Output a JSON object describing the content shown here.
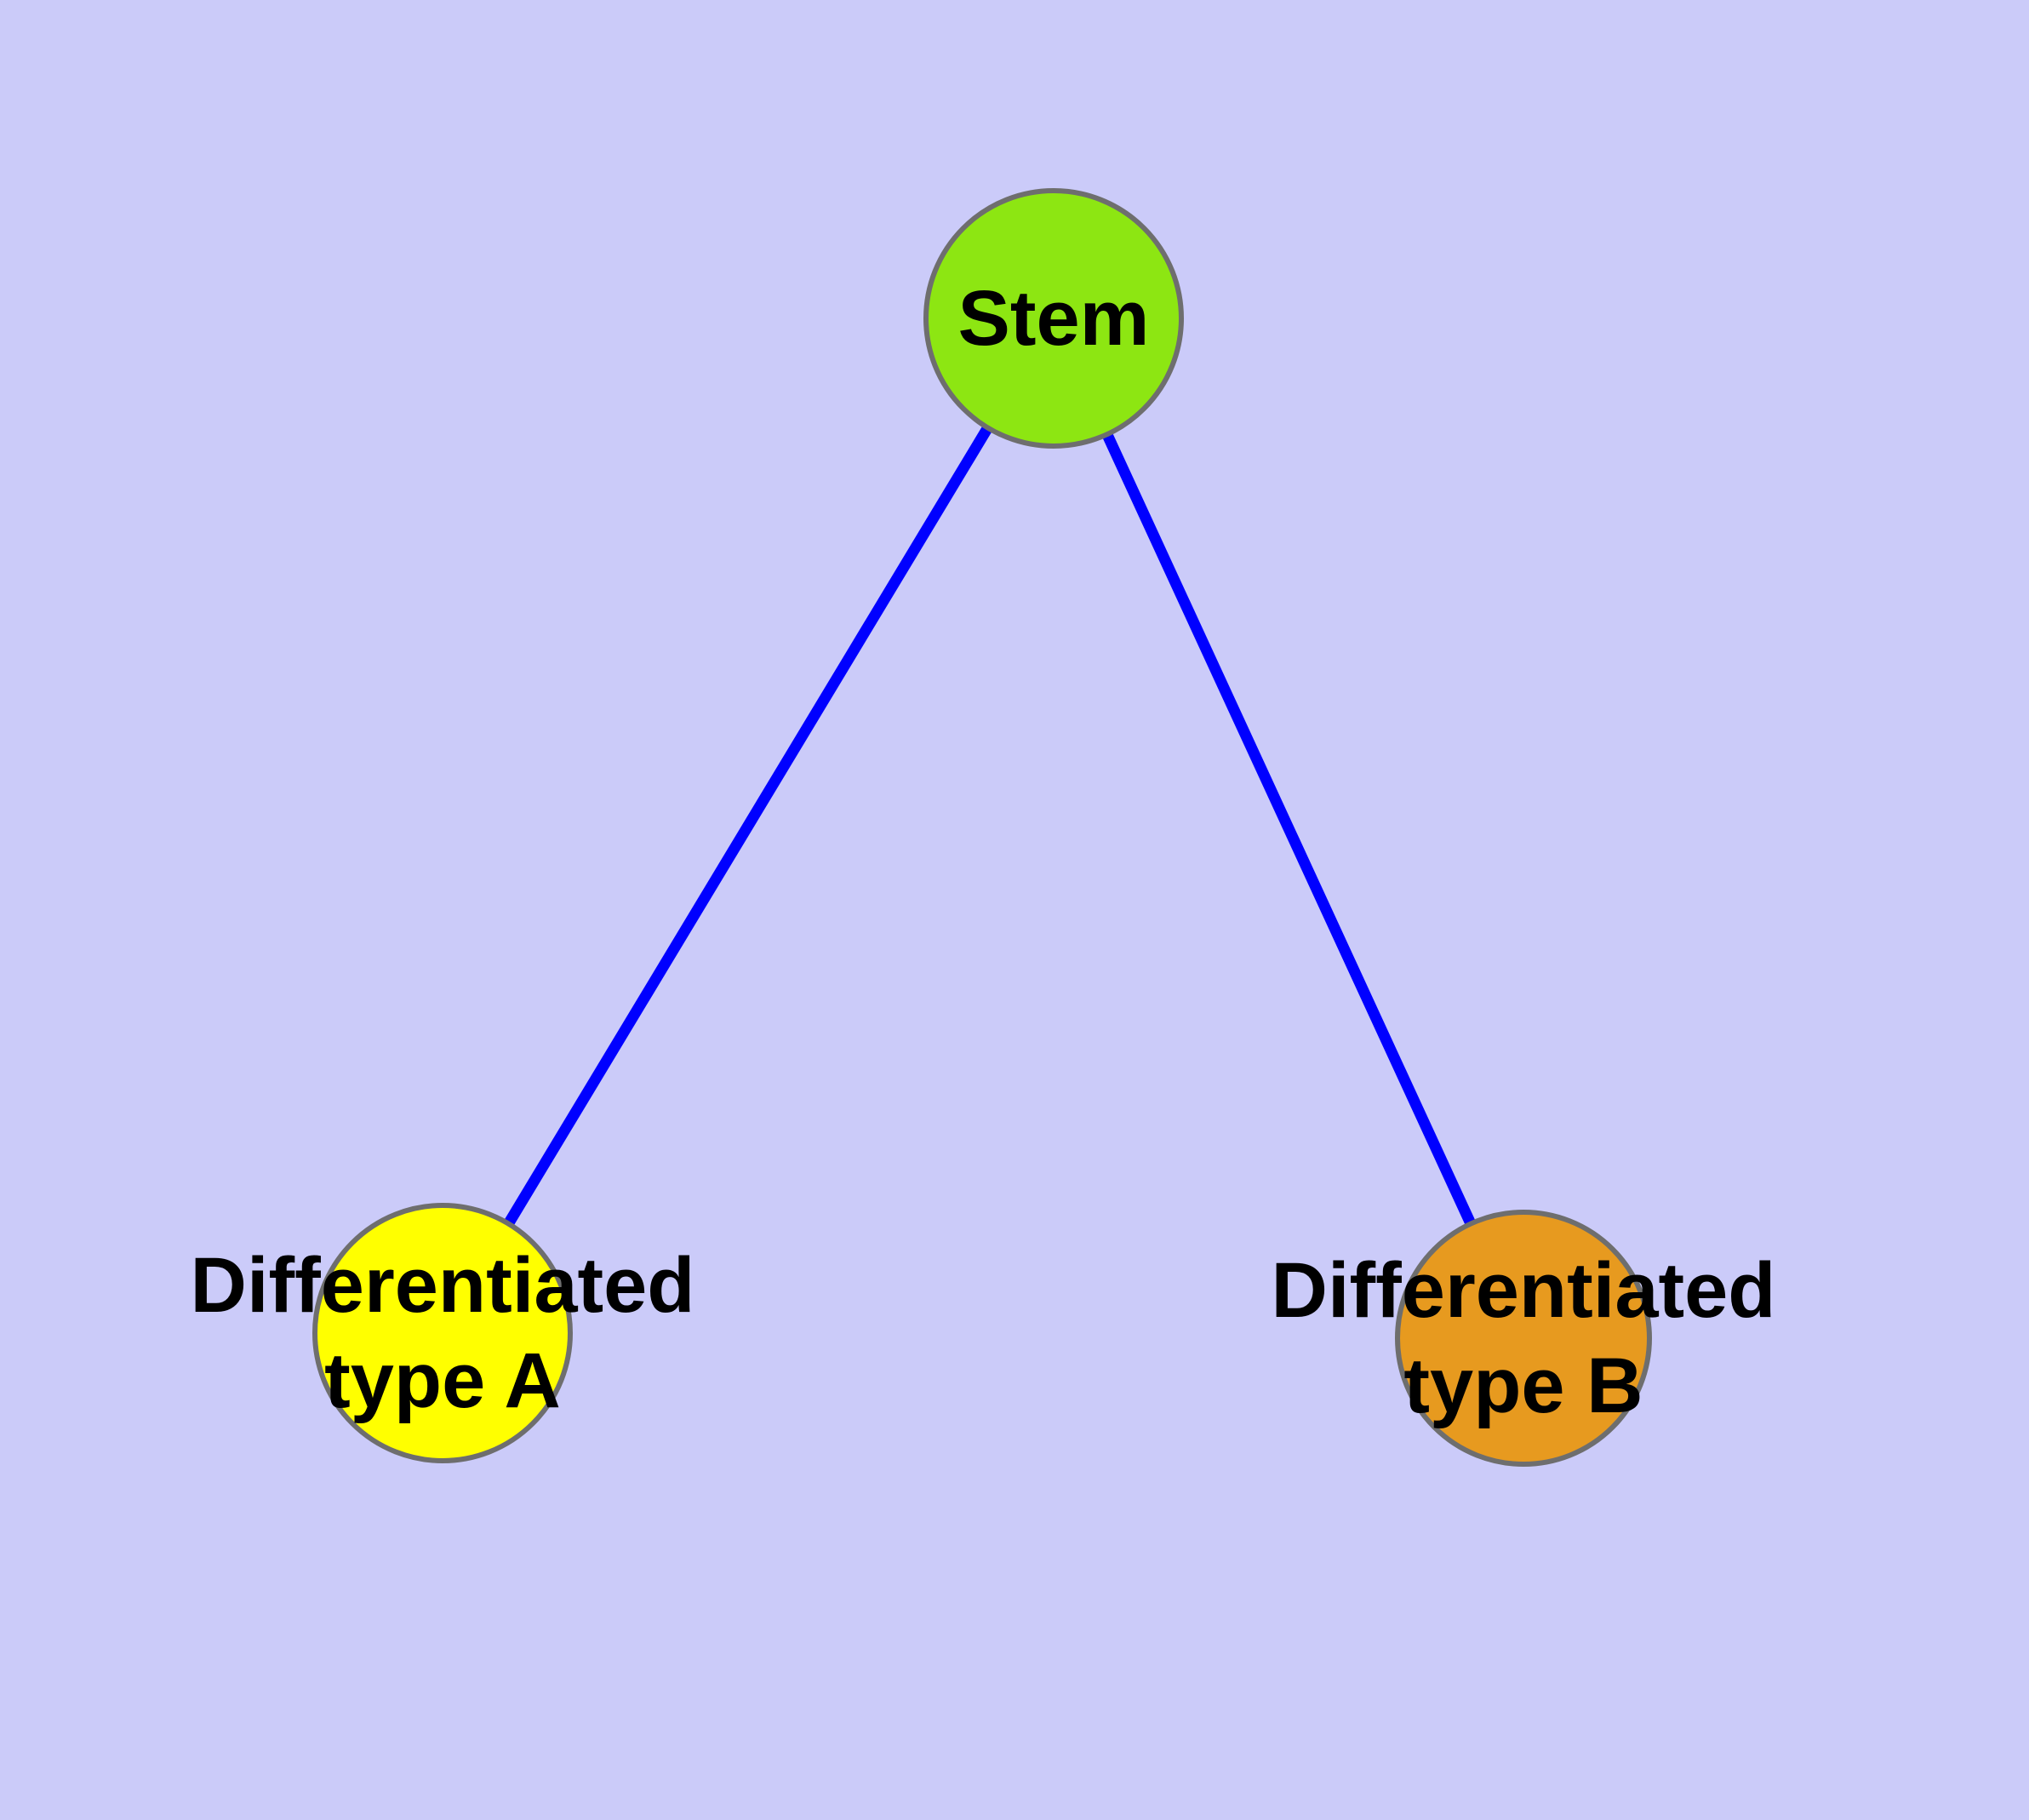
{
  "graph": {
    "background_color": "#CBCBF9",
    "edge_color": "#0000FF",
    "node_border_color": "#6E6E6E",
    "label_color": "#000000",
    "nodes": [
      {
        "id": "stem",
        "label": "Stem",
        "fill": "#8DE612"
      },
      {
        "id": "differentiated-type-a",
        "label_line1": "Differentiated",
        "label_line2": "type A",
        "fill": "#FFFF00"
      },
      {
        "id": "differentiated-type-b",
        "label_line1": "Differentiated",
        "label_line2": "type B",
        "fill": "#E79A1F"
      }
    ],
    "edges": [
      {
        "from": "Stem",
        "to": "Differentiated type A"
      },
      {
        "from": "Stem",
        "to": "Differentiated type B"
      }
    ]
  }
}
